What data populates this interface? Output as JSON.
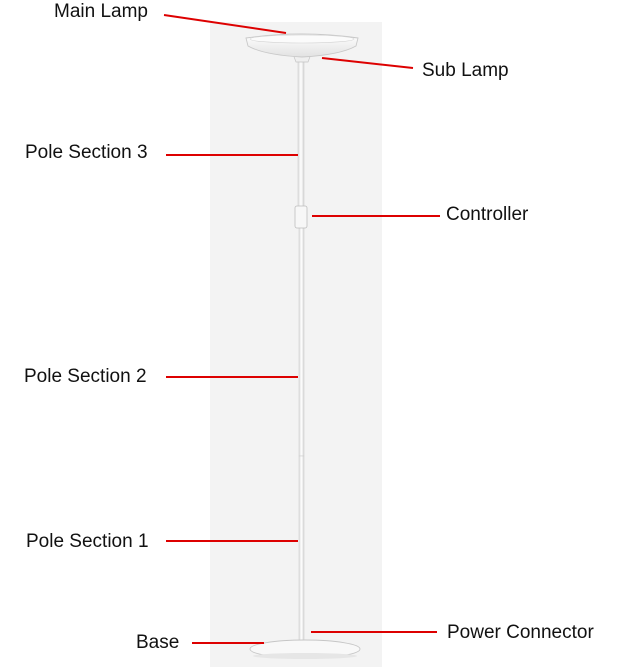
{
  "labels": {
    "main_lamp": "Main Lamp",
    "sub_lamp": "Sub Lamp",
    "pole_section_3": "Pole Section 3",
    "controller": "Controller",
    "pole_section_2": "Pole Section 2",
    "pole_section_1": "Pole Section 1",
    "base": "Base",
    "power_connector": "Power Connector"
  },
  "colors": {
    "leader_line": "#dd0000",
    "background_panel": "#f3f3f3",
    "lamp_body": "#fafafa",
    "lamp_outline": "#c8c8c8"
  }
}
